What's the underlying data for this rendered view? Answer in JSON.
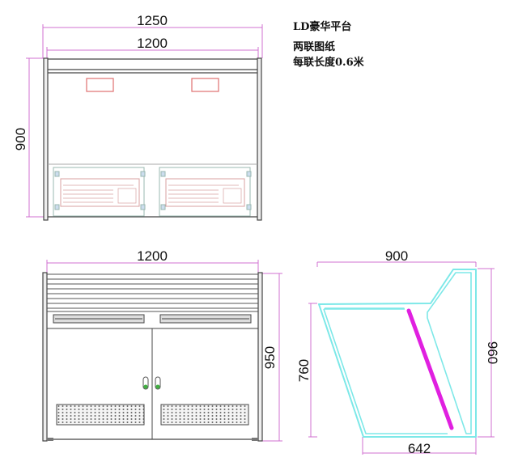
{
  "notes": {
    "title": "LD豪华平台",
    "line2": "两联图纸",
    "line3": "每联长度0.6米"
  },
  "top_view": {
    "dim_overall_width": "1250",
    "dim_inner_width": "1200",
    "dim_height": "900"
  },
  "front_view": {
    "dim_width": "1200",
    "dim_height": "950"
  },
  "side_view": {
    "dim_depth": "900",
    "dim_height": "960",
    "dim_front_height": "760",
    "dim_base": "642"
  },
  "colors": {
    "dimension": "#d070d0",
    "outline": "#444444",
    "side_outline": "#7de8e8",
    "accent_bar": "#e020e0",
    "indicator": "#e07070",
    "handle": "#40b040",
    "keyboard_tray": "#9ab8b0"
  }
}
